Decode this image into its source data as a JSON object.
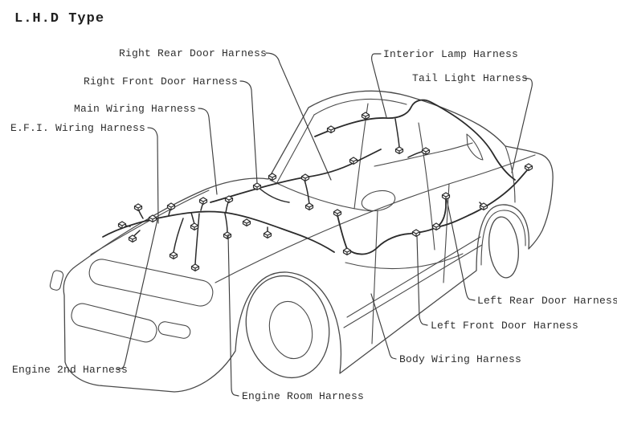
{
  "title": "L.H.D Type",
  "labels": [
    {
      "id": "right-rear-door-harness",
      "text": "Right Rear Door Harness"
    },
    {
      "id": "right-front-door-harness",
      "text": "Right Front Door Harness"
    },
    {
      "id": "main-wiring-harness",
      "text": "Main Wiring Harness"
    },
    {
      "id": "efi-wiring-harness",
      "text": "E.F.I. Wiring Harness"
    },
    {
      "id": "interior-lamp-harness",
      "text": "Interior Lamp Harness"
    },
    {
      "id": "tail-light-harness",
      "text": "Tail Light Harness"
    },
    {
      "id": "left-rear-door-harness",
      "text": "Left Rear Door Harness"
    },
    {
      "id": "left-front-door-harness",
      "text": "Left Front Door Harness"
    },
    {
      "id": "body-wiring-harness",
      "text": "Body Wiring Harness"
    },
    {
      "id": "engine-room-harness",
      "text": "Engine Room Harness"
    },
    {
      "id": "engine-2nd-harness",
      "text": "Engine 2nd Harness"
    }
  ],
  "colors": {
    "background": "#ffffff",
    "line": "#4a4a4a",
    "harness": "#2b2b2b",
    "text": "#2e2e2e"
  }
}
